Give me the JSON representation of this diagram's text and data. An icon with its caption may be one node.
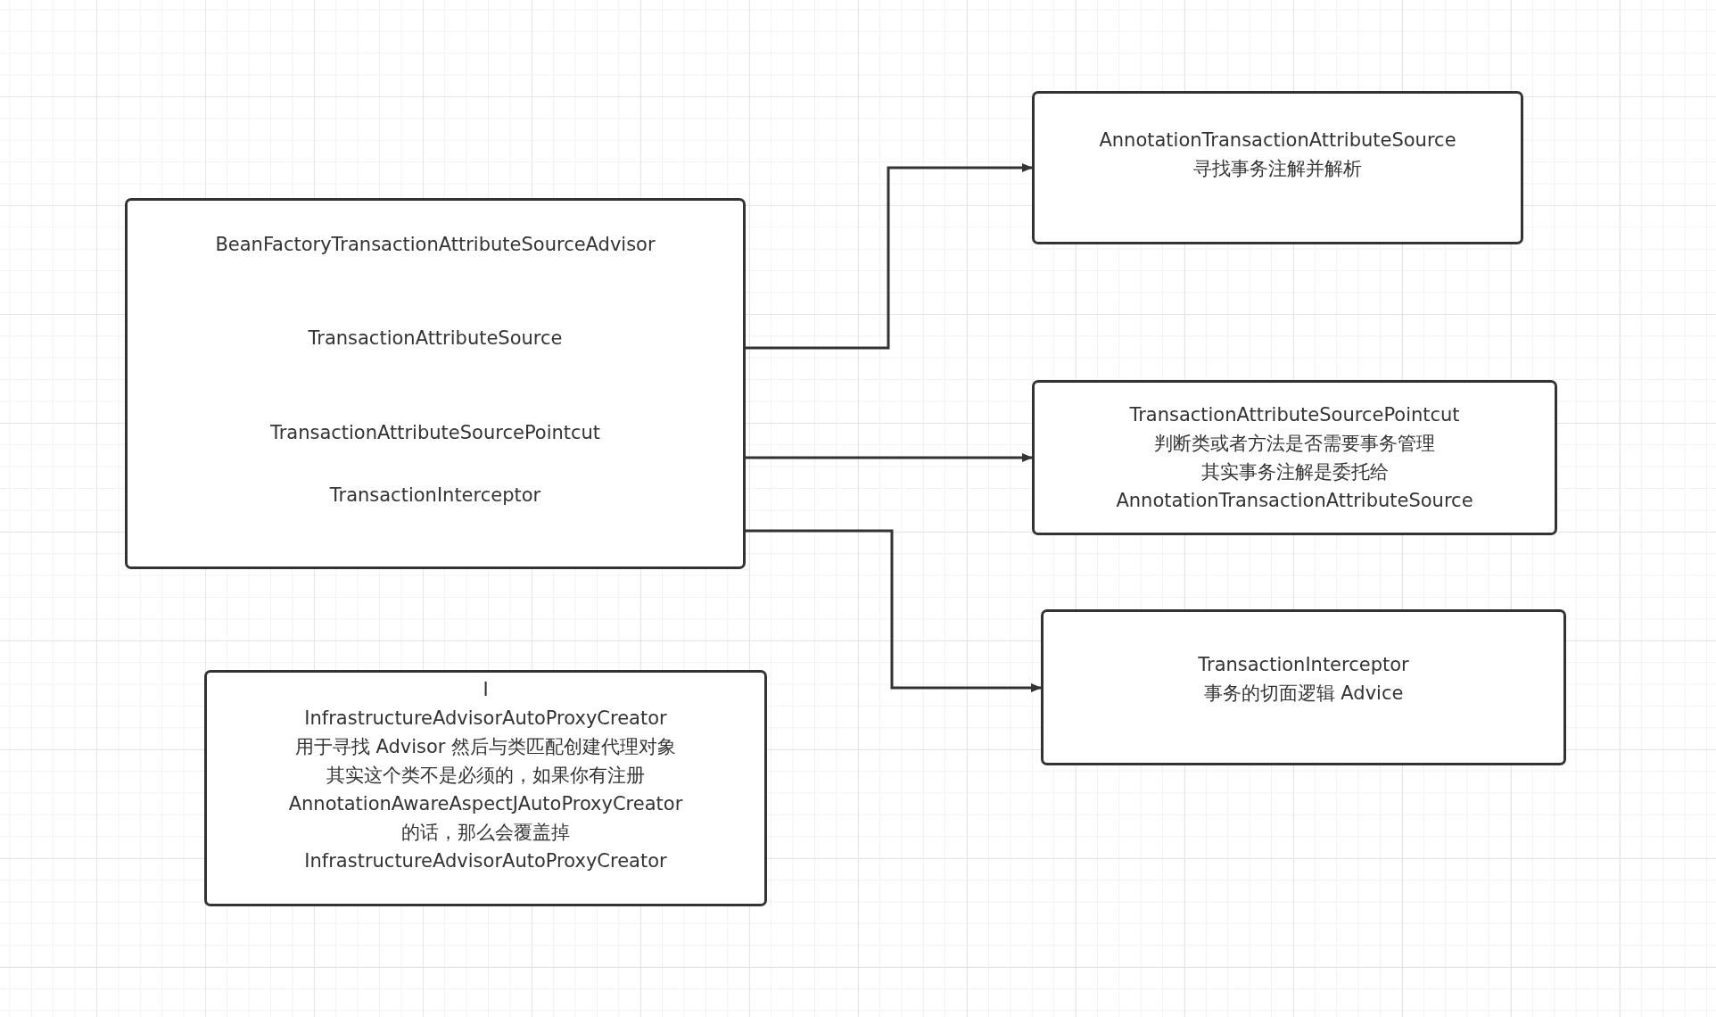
{
  "diagram": {
    "nodes": [
      {
        "text": [
          "BeanFactoryTransactionAttributeSourceAdvisor",
          "TransactionAttributeSource",
          "TransactionAttributeSourcePointcut",
          "TransactionInterceptor"
        ]
      },
      {
        "text": [
          "AnnotationTransactionAttributeSource",
          "寻找事务注解并解析"
        ]
      },
      {
        "text": [
          "TransactionAttributeSourcePointcut",
          "判断类或者方法是否需要事务管理",
          "其实事务注解是委托给",
          "AnnotationTransactionAttributeSource"
        ]
      },
      {
        "text": [
          "TransactionInterceptor",
          "事务的切面逻辑 Advice"
        ]
      },
      {
        "text": [
          "I",
          "InfrastructureAdvisorAutoProxyCreator",
          "用于寻找 Advisor 然后与类匹配创建代理对象",
          "其实这个类不是必须的，如果你有注册",
          "AnnotationAwareAspectJAutoProxyCreator",
          "的话，那么会覆盖掉",
          "InfrastructureAdvisorAutoProxyCreator"
        ]
      }
    ],
    "edges": [
      {
        "from": 0,
        "to": 1,
        "arrow": "to"
      },
      {
        "from": 0,
        "to": 2,
        "arrow": "to"
      },
      {
        "from": 0,
        "to": 3,
        "arrow": "to"
      }
    ]
  }
}
